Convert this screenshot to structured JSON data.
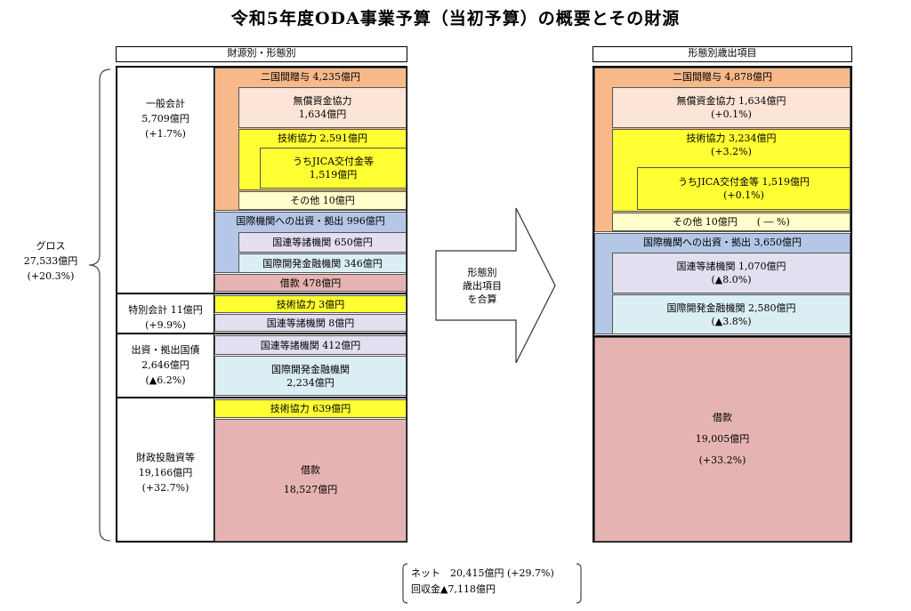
{
  "title": "令和5年度ODA事業予算（当初予算）の概要とその財源",
  "left": {
    "header": "財源別・形態別",
    "gross": {
      "label": "グロス",
      "value": "27,533億円",
      "change": "(+20.3%)"
    },
    "general": {
      "name": "一般会計",
      "value": "5,709億円",
      "change": "(+1.7%)",
      "grant": "二国間贈与 4,235億円",
      "grant_aid": "無償資金協力",
      "grant_aid_value": "1,634億円",
      "tech": "技術協力 2,591億円",
      "jica": "うちJICA交付金等",
      "jica_value": "1,519億円",
      "other": "その他 10億円",
      "intl": "国際機関への出資・拠出 996億円",
      "un": "国連等諸機関 650億円",
      "mdb": "国際開発金融機関 346億円",
      "loan": "借款 478億円"
    },
    "special": {
      "name": "特別会計 11億円",
      "change": "(+9.9%)",
      "tech": "技術協力 3億円",
      "un": "国連等諸機関 8億円"
    },
    "bonds": {
      "name": "出資・拠出国債",
      "value": "2,646億円",
      "change": "(▲6.2%)",
      "un": "国連等諸機関 412億円",
      "mdb": "国際開発金融機関",
      "mdb_value": "2,234億円"
    },
    "fiscal": {
      "name": "財政投融資等",
      "value": "19,166億円",
      "change": "(+32.7%)",
      "tech": "技術協力 639億円",
      "loan": "借款",
      "loan_value": "18,527億円"
    }
  },
  "arrow": {
    "line1": "形態別",
    "line2": "歳出項目",
    "line3": "を合算"
  },
  "right": {
    "header": "形態別歳出項目",
    "grant": "二国間贈与 4,878億円",
    "grant_aid": "無償資金協力 1,634億円",
    "grant_aid_change": "(+0.1%)",
    "tech": "技術協力 3,234億円",
    "tech_change": "(+3.2%)",
    "jica": "うちJICA交付金等 1,519億円",
    "jica_change": "(+0.1%)",
    "other": "その他 10億円",
    "other_change": "( ― %)",
    "intl": "国際機関への出資・拠出 3,650億円",
    "un": "国連等諸機関 1,070億円",
    "un_change": "(▲8.0%)",
    "mdb": "国際開発金融機関 2,580億円",
    "mdb_change": "(▲3.8%)",
    "loan": "借款",
    "loan_value": "19,005億円",
    "loan_change": "(+33.2%)"
  },
  "net": {
    "line1": "ネット　20,415億円 (+29.7%)",
    "line2": "回収金▲7,118億円"
  }
}
